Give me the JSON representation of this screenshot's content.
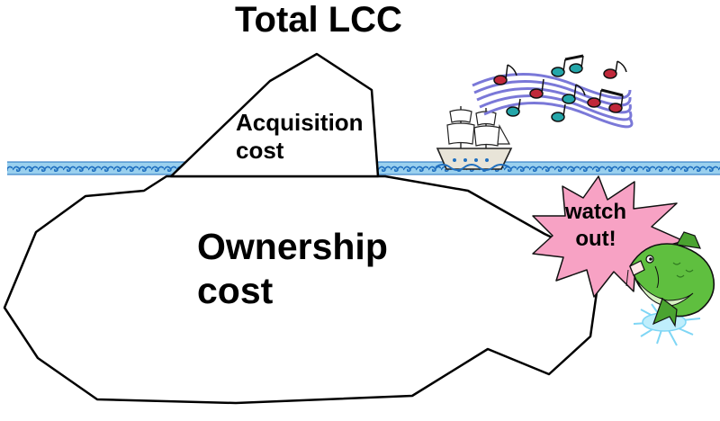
{
  "title": "Total LCC",
  "tip_label": [
    "Acquisition",
    "cost"
  ],
  "base_label": [
    "Ownership",
    "cost"
  ],
  "warning_label": [
    "watch",
    "out!"
  ],
  "colors": {
    "water_band": "#9ad0ee",
    "wave": "#1f6fbf",
    "starburst": "#f7a2c4",
    "fish_body": "#5fbf3f",
    "fish_belly": "#d9f2c4",
    "splash": "#7fd6f5",
    "note_red": "#c0283a",
    "note_teal": "#24a6a9",
    "staff": "#7a78d8",
    "outline": "#000000"
  },
  "icons": [
    "ship-icon",
    "music-notes-icon",
    "fish-icon",
    "splash-icon",
    "starburst-icon"
  ]
}
